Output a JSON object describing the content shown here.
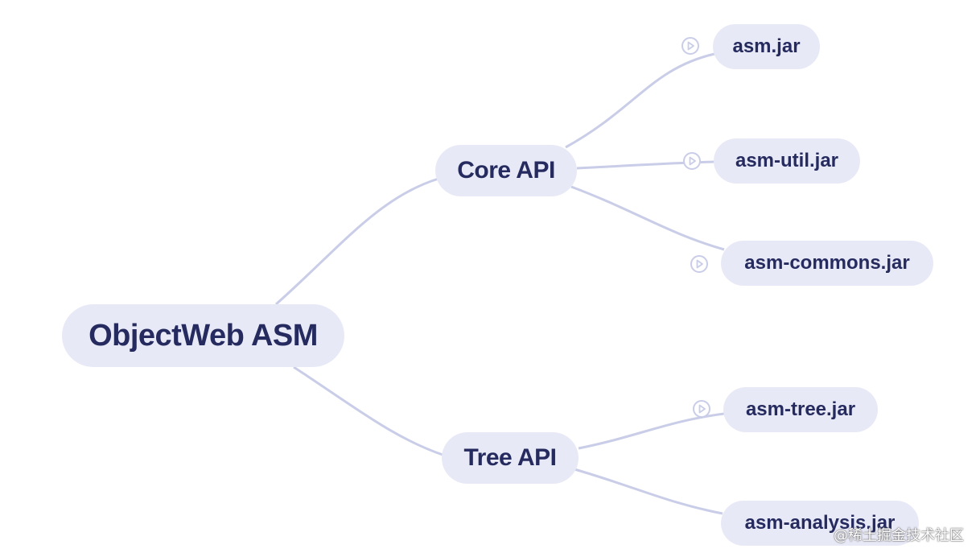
{
  "diagram": {
    "root": {
      "label": "ObjectWeb ASM"
    },
    "branches": [
      {
        "label": "Core API",
        "children": [
          "asm.jar",
          "asm-util.jar",
          "asm-commons.jar"
        ]
      },
      {
        "label": "Tree API",
        "children": [
          "asm-tree.jar",
          "asm-analysis.jar"
        ]
      }
    ]
  },
  "watermark": "@稀土掘金技术社区",
  "colors": {
    "node_fill": "#e8e9f6",
    "node_text": "#262b5f",
    "edge": "#c9cde8",
    "collapse_icon": "#c9cde8"
  },
  "icons": {
    "collapse": "play-circle-icon"
  }
}
